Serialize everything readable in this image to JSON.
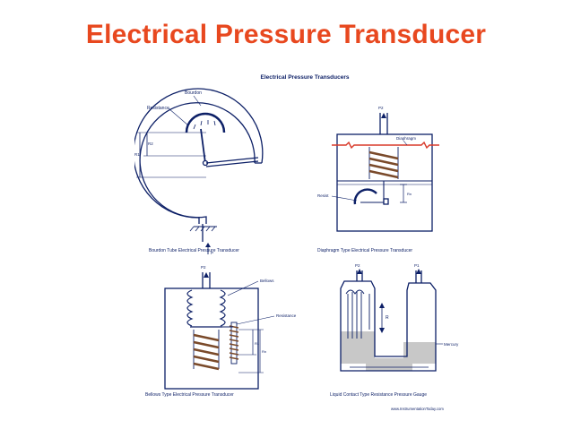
{
  "slide_title": "Electrical Pressure Transducer",
  "figure": {
    "heading": "Electrical Pressure Transducers",
    "colors": {
      "line": "#0c1f66",
      "fill_light": "#c9cfe6",
      "mercury": "#c8c8c8",
      "coil": "#7a4a2a",
      "diaphragm": "#d83a2a",
      "title": "#e8481f"
    },
    "panels": {
      "bourdon": {
        "caption": "Bourdon Tube Electrical Pressure Transducer",
        "label_bourdon": "Bourdon",
        "label_resistance": "Resistance",
        "label_r2": "R2",
        "label_r1": "R1",
        "label_p": "P"
      },
      "diaphragm": {
        "caption": "Diaphragm Type Electrical Pressure Transducer",
        "label_p": "P2",
        "label_diaphragm": "Diaphragm",
        "label_resist": "Resist",
        "label_r": "Rn"
      },
      "bellows": {
        "caption": "Bellows Type Electrical Pressure Transducer",
        "label_p": "P2",
        "label_bellows": "Bellows",
        "label_resistance": "Resistance",
        "label_r1": "R1",
        "label_r2": "Rn"
      },
      "liquid": {
        "caption": "Liquid Contact Type Resistance Pressure Gauge",
        "label_p1": "P2",
        "label_p2": "P1",
        "label_r": "R",
        "label_mercury": "Mercury",
        "website": "www.InstrumentationToday.com"
      }
    }
  }
}
